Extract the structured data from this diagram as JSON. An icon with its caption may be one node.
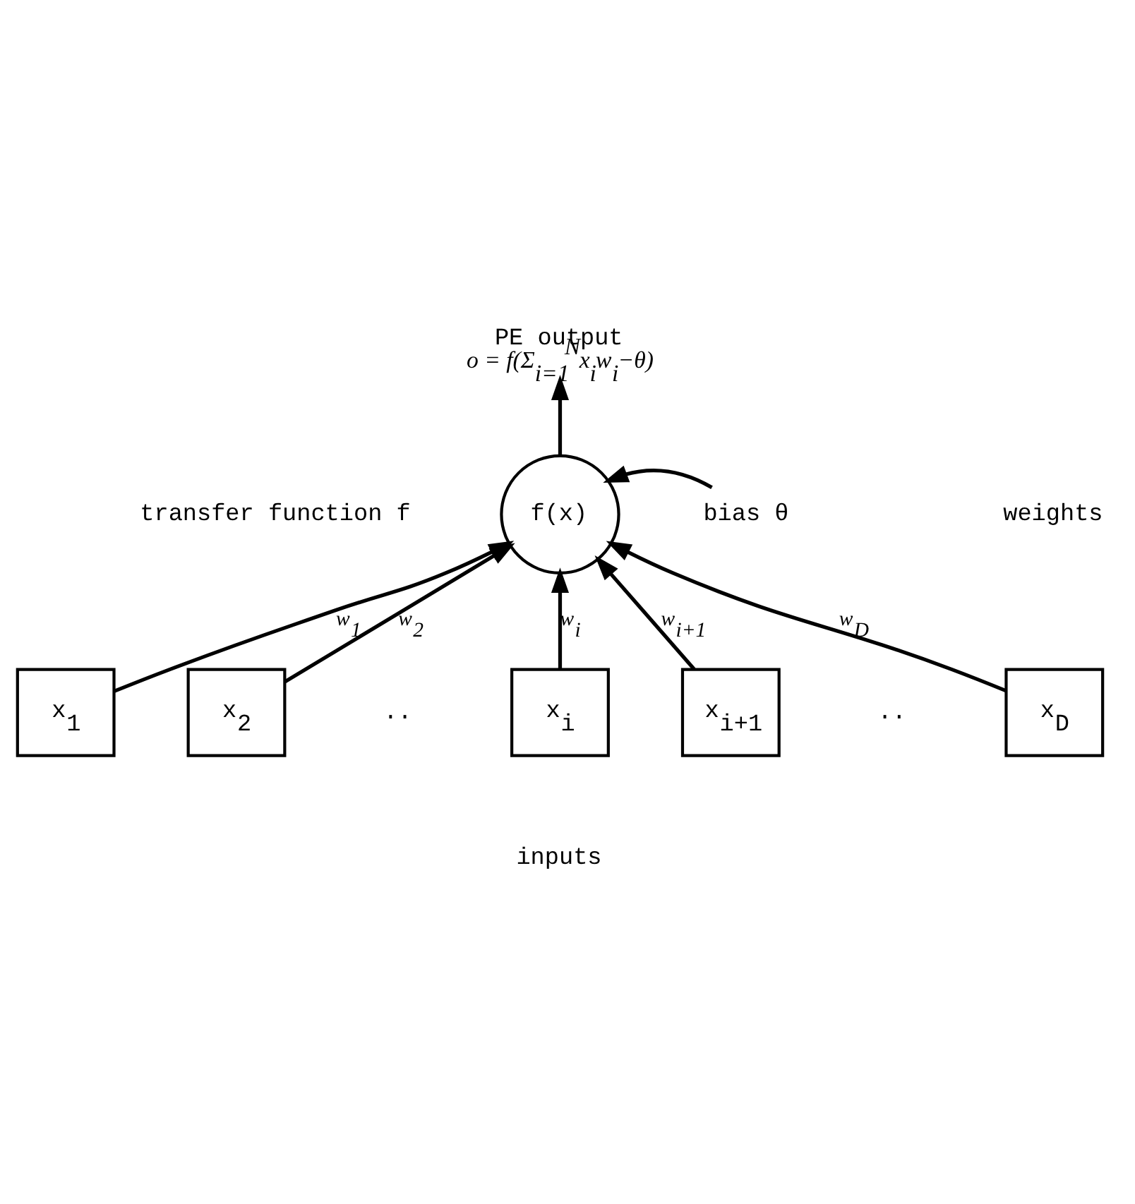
{
  "diagram": {
    "nodes": [
      {
        "text": [
          "PE output",
          "o = f(Σ$_{i=1}$$^{N}$x$_{i}$w$_{i}$−θ)"
        ]
      },
      {
        "text": [
          "f(x)"
        ]
      },
      {
        "text": [
          "bias θ"
        ]
      },
      {
        "text": [
          "x$_{1}$"
        ]
      },
      {
        "text": [
          "x$_{2}$"
        ]
      },
      {
        "text": [
          "x$_{i}$"
        ]
      },
      {
        "text": [
          "x$_{i+1}$"
        ]
      },
      {
        "text": [
          "x$_{D}$"
        ]
      }
    ],
    "edges": [
      {
        "from": 1,
        "to": 0,
        "arrow": "to"
      },
      {
        "from": 2,
        "to": 1,
        "arrow": "to"
      },
      {
        "from": 3,
        "to": 1,
        "arrow": "to",
        "label": "w$_{1}$"
      },
      {
        "from": 4,
        "to": 1,
        "arrow": "to",
        "label": "w$_{2}$"
      },
      {
        "from": 5,
        "to": 1,
        "arrow": "to",
        "label": "w$_{i}$"
      },
      {
        "from": 6,
        "to": 1,
        "arrow": "to",
        "label": "w$_{i+1}$"
      },
      {
        "from": 7,
        "to": 1,
        "arrow": "to",
        "label": "w$_{D}$"
      }
    ],
    "labels": [
      "transfer function f",
      "weights",
      "..",
      "..",
      "inputs"
    ]
  }
}
